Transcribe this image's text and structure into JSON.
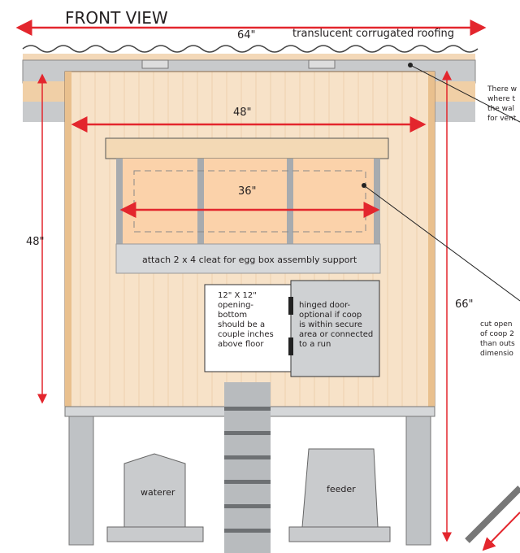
{
  "title": "FRONT VIEW",
  "dimensions": {
    "roof_width": "64\"",
    "wall_width": "48\"",
    "box_width": "36\"",
    "wall_height": "48\"",
    "total_height": "66\""
  },
  "labels": {
    "roofing": "translucent corrugated roofing",
    "cleat": "attach  2 x 4 cleat for egg box assembly support",
    "opening": [
      "12\" X 12\"",
      "opening-",
      "bottom",
      "should be a",
      "couple inches",
      "above floor"
    ],
    "door": [
      "hinged door-",
      "optional if coop",
      "is within secure",
      "area or connected",
      "to a run"
    ],
    "waterer": "waterer",
    "feeder": "feeder"
  },
  "side_notes": {
    "vent": [
      "There w",
      "where t",
      "the wal",
      "for vent"
    ],
    "cut": [
      "cut open",
      "of coop 2",
      "than outs",
      "dimensio"
    ]
  },
  "colors": {
    "dimension": "#e3262d",
    "wood": "#f6dcbd",
    "box": "#fbd2aa",
    "metal": "#b9bcbf"
  }
}
